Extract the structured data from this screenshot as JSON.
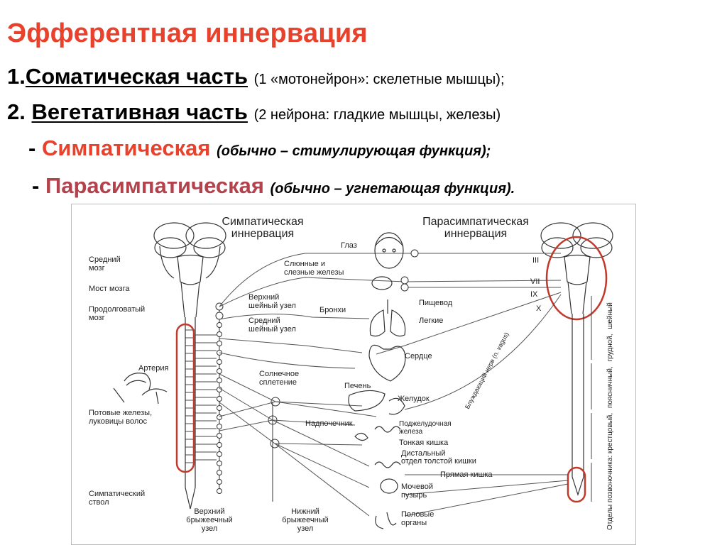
{
  "title": "Эфферентная иннервация",
  "lines": {
    "somatic": {
      "prefix": "1.",
      "label": "Соматическая часть",
      "note": "(1 «мотонейрон»: скелетные мышцы);"
    },
    "vegetative": {
      "prefix": "2. ",
      "label": "Вегетативная часть",
      "note": "(2 нейрона: гладкие мышцы, железы)"
    },
    "sympathetic": {
      "prefix": "- ",
      "label": "Симпатическая",
      "note": "(обычно – стимулирующая функция);"
    },
    "parasympathetic": {
      "prefix": "- ",
      "label": "Парасимпатическая",
      "note": "(обычно – угнетающая функция)."
    }
  },
  "colors": {
    "title": "#e8412c",
    "sympathetic": "#e8412c",
    "parasympathetic": "#b3424c",
    "highlight": "#c0392b"
  },
  "diagram": {
    "header_symp": [
      "Симпатическая",
      "иннервация"
    ],
    "header_para": [
      "Парасимпатическая",
      "иннервация"
    ],
    "left_labels": {
      "midbrain": [
        "Средний",
        "мозг"
      ],
      "pons": "Мост мозга",
      "medulla": [
        "Продолговатый",
        "мозг"
      ],
      "artery": "Артерия",
      "sweat": [
        "Потовые железы,",
        "луковицы волос"
      ],
      "trunk": [
        "Симпатический",
        "ствол"
      ]
    },
    "ganglia": {
      "sup_cervical": [
        "Верхний",
        "шейный узел"
      ],
      "mid_cervical": [
        "Средний",
        "шейный узел"
      ],
      "solar": [
        "Солнечное",
        "сплетение"
      ],
      "sup_mesenteric": [
        "Верхний",
        "брыжеечный",
        "узел"
      ],
      "inf_mesenteric": [
        "Нижний",
        "брыжеечный",
        "узел"
      ]
    },
    "organs": {
      "eye": "Глаз",
      "salivary": [
        "Слюнные и",
        "слезные железы"
      ],
      "bronchi": "Бронхи",
      "esophagus": "Пищевод",
      "lungs": "Легкие",
      "heart": "Сердце",
      "liver": "Печень",
      "stomach": "Желудок",
      "pancreas": [
        "Поджелудочная",
        "железа"
      ],
      "adrenal": "Надпочечник",
      "small_intestine": "Тонкая кишка",
      "distal_colon": [
        "Дистальный",
        "отдел толстой кишки"
      ],
      "rectum": "Прямая кишка",
      "bladder": [
        "Мочевой",
        "пузырь"
      ],
      "genitals": [
        "Половые",
        "органы"
      ]
    },
    "cranial_nerves": [
      "III",
      "VII",
      "IX",
      "X"
    ],
    "vagus": "Блуждающий нерв (n. vagus)",
    "spine_sections": [
      "шейный",
      "грудной,",
      "поясничный,",
      "Отделы позвоночника: крестцовый,"
    ]
  }
}
